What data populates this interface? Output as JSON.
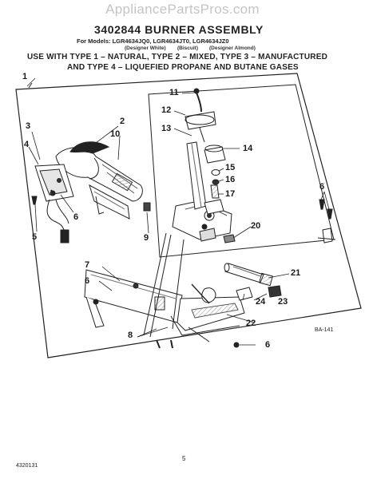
{
  "watermark": "AppliancePartsPros.com",
  "header": {
    "title": "3402844 BURNER ASSEMBLY",
    "models_line": "For Models: LGR4634JQ0, LGR4634JT0, LGR4634JZ0",
    "note_white": "(Designer White)",
    "note_biscuit": "(Biscuit)",
    "note_almond": "(Designer Almond)",
    "use_line_1": "USE WITH TYPE 1 – NATURAL, TYPE 2 – MIXED, TYPE 3 – MANUFACTURED",
    "use_line_2": "AND TYPE 4 – LIQUEFIED PROPANE AND BUTANE GASES"
  },
  "callouts": {
    "c1": "1",
    "c2": "2",
    "c3": "3",
    "c4": "4",
    "c5": "5",
    "c6a": "6",
    "c6b": "6",
    "c6c": "6",
    "c6d": "6",
    "c7": "7",
    "c8": "8",
    "c9": "9",
    "c10": "10",
    "c11": "11",
    "c12": "12",
    "c13": "13",
    "c14": "14",
    "c15": "15",
    "c16": "16",
    "c17": "17",
    "c20": "20",
    "c21": "21",
    "c22": "22",
    "c23": "23",
    "c24": "24"
  },
  "diagram_code": "BA-141",
  "page_number": "5",
  "doc_number": "4320131"
}
